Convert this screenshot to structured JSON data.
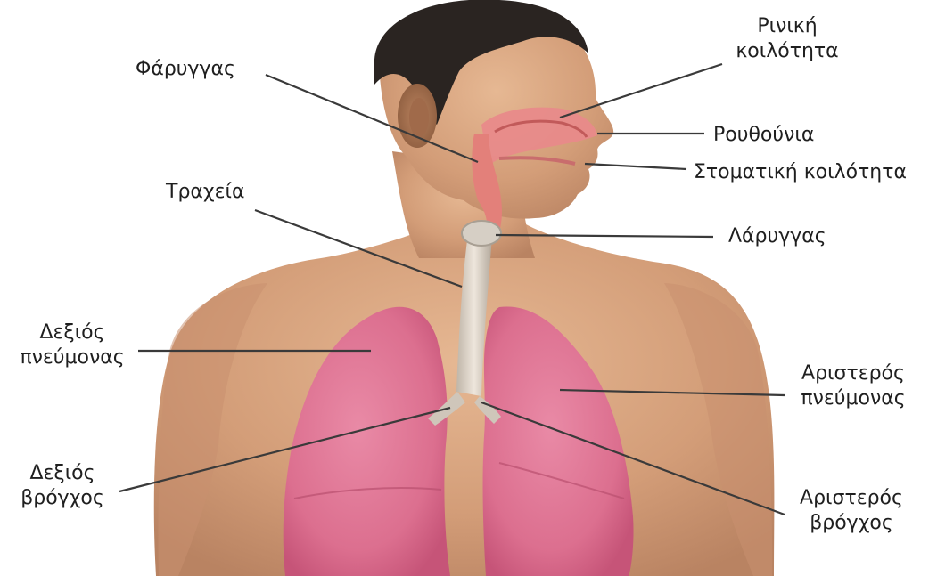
{
  "labels": {
    "nasal_cavity": [
      "Ρινική",
      "κοιλότητα"
    ],
    "pharynx": "Φάρυγγας",
    "nostrils": "Ρουθούνια",
    "oral_cavity": "Στοματική κοιλότητα",
    "trachea": "Τραχεία",
    "larynx": "Λάρυγγας",
    "right_lung": [
      "Δεξιός",
      "πνεύμονας"
    ],
    "left_lung": [
      "Αριστερός",
      "πνεύμονας"
    ],
    "right_bronchus": [
      "Δεξιός",
      "βρόγχος"
    ],
    "left_bronchus": [
      "Αριστερός",
      "βρόγχος"
    ]
  }
}
